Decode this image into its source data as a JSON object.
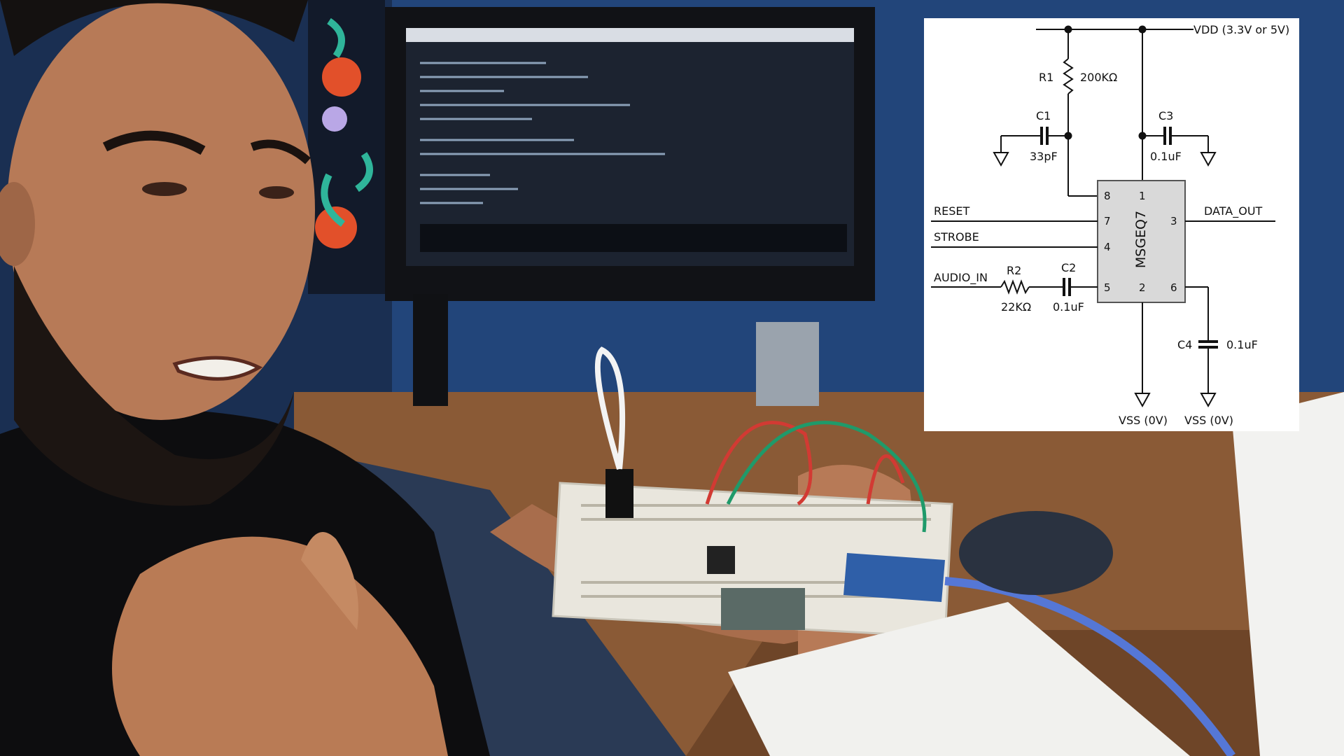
{
  "photo": {
    "subject": "person",
    "colors": {
      "wall": "#23457a",
      "desk": "#8a5a36",
      "shirt": "#0d0d0f",
      "skin": "#b77a57",
      "breadboard": "#e9e6dd",
      "arduino": "#2f5fa8",
      "usb_cable": "#5577d6"
    }
  },
  "schematic": {
    "ic_name": "MSGEQ7",
    "supply_label": "VDD (3.3V or 5V)",
    "ground_label_left": "VSS (0V)",
    "ground_label_right": "VSS (0V)",
    "signals": {
      "reset": "RESET",
      "strobe": "STROBE",
      "audio_in": "AUDIO_IN",
      "data_out": "DATA_OUT"
    },
    "components": {
      "r1_name": "R1",
      "r1_value": "200KΩ",
      "r2_name": "R2",
      "r2_value": "22KΩ",
      "c1_name": "C1",
      "c1_value": "33pF",
      "c2_name": "C2",
      "c2_value": "0.1uF",
      "c3_name": "C3",
      "c3_value": "0.1uF",
      "c4_name": "C4",
      "c4_value": "0.1uF"
    },
    "pins": {
      "p1": "1",
      "p2": "2",
      "p3": "3",
      "p4": "4",
      "p5": "5",
      "p6": "6",
      "p7": "7",
      "p8": "8"
    }
  }
}
